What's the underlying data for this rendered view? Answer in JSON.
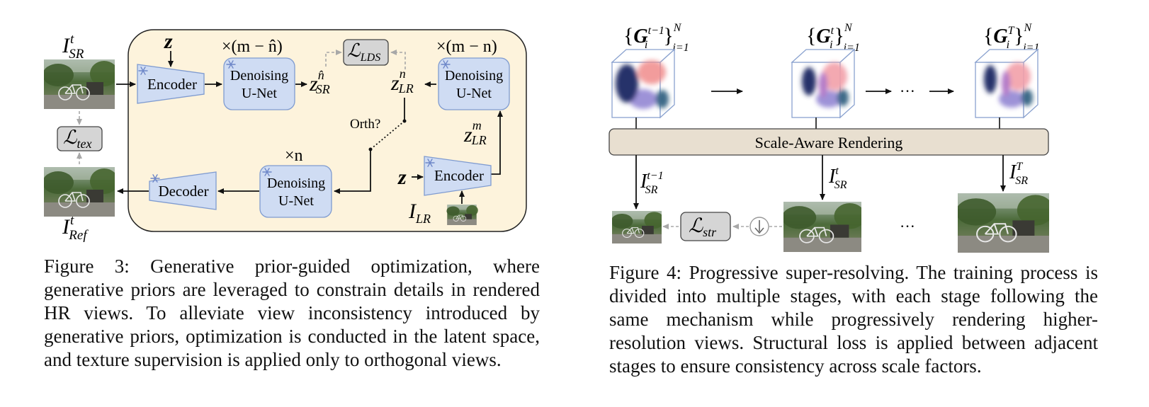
{
  "figure3": {
    "caption": "Figure 3: Generative prior-guided optimization, where generative priors are leveraged to constrain details in rendered HR views. To alleviate view inconsistency introduced by generative priors, optimization is conducted in the latent space, and texture supervision is applied only to orthogonal views.",
    "labels": {
      "img_sr_base": "I",
      "img_sr_sup": "t",
      "img_sr_sub": "SR",
      "img_ref_base": "I",
      "img_ref_sup": "t",
      "img_ref_sub": "Ref",
      "loss_tex_base": "ℒ",
      "loss_tex_sub": "tex",
      "loss_lds_base": "ℒ",
      "loss_lds_sub": "LDS",
      "z_top": "z",
      "z_mid": "z",
      "encoder_top": "Encoder",
      "encoder_bottom": "Encoder",
      "decoder": "Decoder",
      "unet_line1": "Denoising",
      "unet_line2": "U-Net",
      "mult_top_left": "×(m − n̂)",
      "mult_top_right": "×(m − n)",
      "mult_bottom": "×n",
      "z_sr_base": "z",
      "z_sr_sup": "n̂",
      "z_sr_sub": "SR",
      "z_lr_n_base": "z",
      "z_lr_n_sup": "n",
      "z_lr_n_sub": "LR",
      "z_lr_m_base": "z",
      "z_lr_m_sup": "m",
      "z_lr_m_sub": "LR",
      "orth": "Orth?",
      "i_lr_base": "I",
      "i_lr_sub": "LR",
      "frozen_icon": "snowflake-icon"
    }
  },
  "figure4": {
    "caption": "Figure 4: Progressive super-resolving. The training process is divided into multiple stages, with each stage following the same mechanism while progressively rendering higher-resolution views. Structural loss is applied between adjacent stages to ensure consistency across scale factors.",
    "labels": {
      "g_prev_base": "G",
      "g_prev_sup": "t−1",
      "g_prev_sub": "i",
      "g_cur_base": "G",
      "g_cur_sup": "t",
      "g_cur_sub": "i",
      "g_last_base": "G",
      "g_last_sup": "T",
      "g_last_sub": "i",
      "set_sub": "i=1",
      "set_sup": "N",
      "ellipsis": "···",
      "scale_aware": "Scale-Aware Rendering",
      "isr_prev_base": "I",
      "isr_prev_sup": "t−1",
      "isr_prev_sub": "SR",
      "isr_cur_base": "I",
      "isr_cur_sup": "t",
      "isr_cur_sub": "SR",
      "isr_last_base": "I",
      "isr_last_sup": "T",
      "isr_last_sub": "SR",
      "loss_str_base": "ℒ",
      "loss_str_sub": "str",
      "downsample_icon": "down-arrow-circle-icon"
    }
  },
  "colors": {
    "panel_bg": "#fdf3dc",
    "block_fill": "#cfdcf3",
    "block_stroke": "#7f9bd0",
    "loss_fill": "#d5d5d5",
    "render_bar_fill": "#e8dfd0",
    "dashed_arrow": "#a8a8a8"
  }
}
